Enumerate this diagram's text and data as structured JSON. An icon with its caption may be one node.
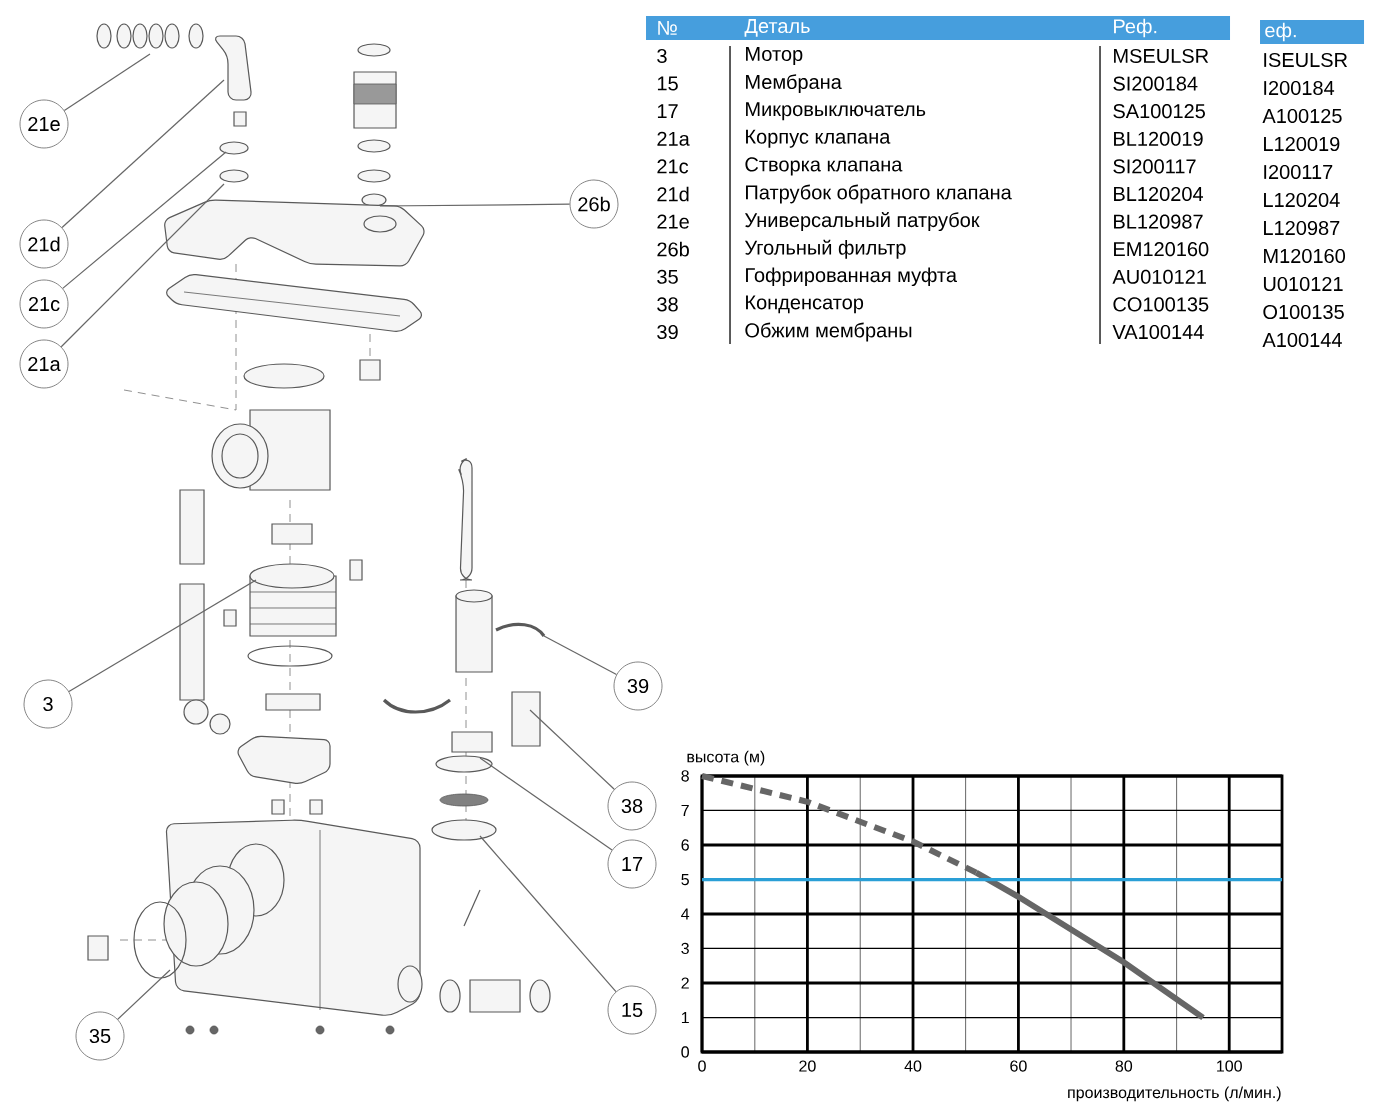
{
  "diagram": {
    "nodes": [
      {
        "text": [
          "21e"
        ]
      },
      {
        "text": [
          "21d"
        ]
      },
      {
        "text": [
          "21c"
        ]
      },
      {
        "text": [
          "21a"
        ]
      },
      {
        "text": [
          "26b"
        ]
      },
      {
        "text": [
          "3"
        ]
      },
      {
        "text": [
          "39"
        ]
      },
      {
        "text": [
          "38"
        ]
      },
      {
        "text": [
          "17"
        ]
      },
      {
        "text": [
          "15"
        ]
      },
      {
        "text": [
          "35"
        ]
      }
    ],
    "edges": [
      {
        "from": 0,
        "to": null,
        "arrow": "none"
      },
      {
        "from": 1,
        "to": null,
        "arrow": "none"
      },
      {
        "from": 2,
        "to": null,
        "arrow": "none"
      },
      {
        "from": 3,
        "to": null,
        "arrow": "none"
      },
      {
        "from": 4,
        "to": null,
        "arrow": "none"
      },
      {
        "from": 5,
        "to": null,
        "arrow": "none"
      },
      {
        "from": 6,
        "to": null,
        "arrow": "none"
      },
      {
        "from": 7,
        "to": null,
        "arrow": "none"
      },
      {
        "from": 8,
        "to": null,
        "arrow": "none"
      },
      {
        "from": 9,
        "to": null,
        "arrow": "none"
      },
      {
        "from": 10,
        "to": null,
        "arrow": "none"
      }
    ],
    "labels": [
      "№",
      "Деталь",
      "Реф.",
      "3",
      "Мотор",
      "MSEULSR",
      "15",
      "Мембрана",
      "SI200184",
      "17",
      "Микровыключатель",
      "SA100125",
      "21a",
      "Корпус клапана",
      "BL120019",
      "21c",
      "Створка клапана",
      "SI200117",
      "21d",
      "Патрубок обратного клапана",
      "BL120204",
      "21e",
      "Универсальный патрубок",
      "BL120987",
      "26b",
      "Угольный фильтр",
      "EM120160",
      "35",
      "Гофрированная муфта",
      "AU010121",
      "38",
      "Конденсатор",
      "CO100135",
      "39",
      "Обжим мембраны",
      "VA100144",
      "еф.",
      "ISEULSR",
      "I200184",
      "A100125",
      "L120019",
      "I200117",
      "L120204",
      "L120987",
      "M120160",
      "U010121",
      "O100135",
      "A100144"
    ],
    "chart_data": {
      "type": "line",
      "xlabel": "производительность (л/мин.)",
      "ylabel": "высота (м)",
      "x": [
        0,
        20,
        40,
        52,
        60,
        80,
        95,
        110
      ],
      "series": [
        {
          "color": "#666666",
          "line_style": "dashed",
          "values": [
            8,
            7.25,
            6.1,
            5.2,
            null,
            null,
            null,
            null
          ]
        },
        {
          "color": "#666666",
          "line_style": "solid",
          "values": [
            null,
            null,
            null,
            5.2,
            4.5,
            2.6,
            1,
            null
          ]
        },
        {
          "color": "#2a9fd6",
          "line_style": "solid",
          "values": [
            5,
            5,
            5,
            5,
            5,
            5,
            5,
            5
          ]
        }
      ],
      "grid": true,
      "xlim": [
        0,
        110
      ],
      "ylim": [
        0,
        8
      ],
      "xticks": [
        0,
        20,
        40,
        60,
        80,
        100
      ],
      "yticks": [
        0,
        1,
        2,
        3,
        4,
        5,
        6,
        7,
        8
      ]
    }
  }
}
